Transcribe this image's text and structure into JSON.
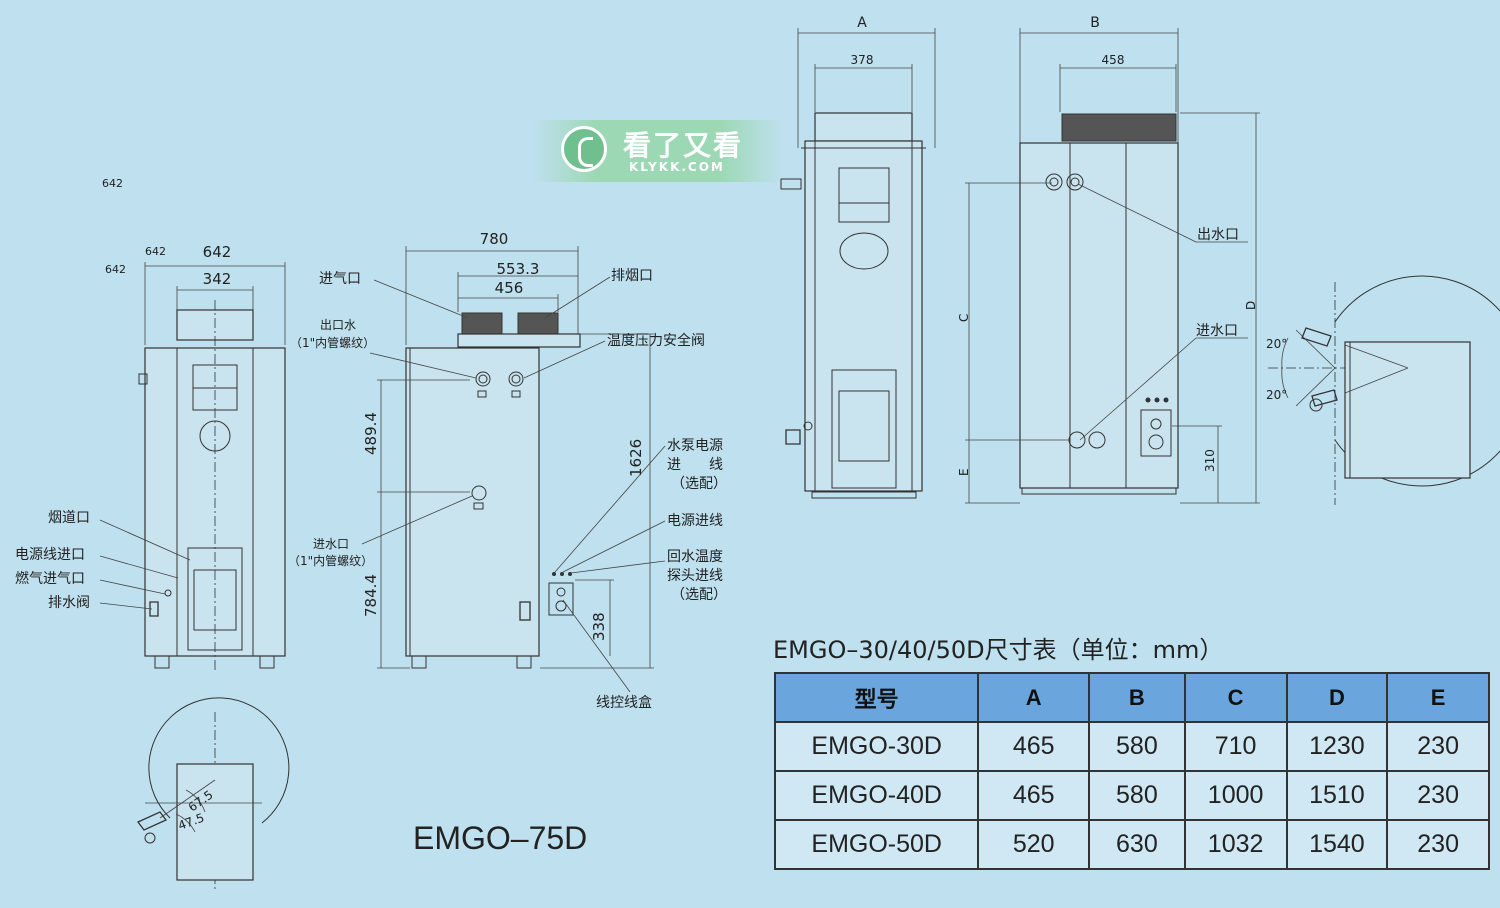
{
  "watermark": {
    "cn": "看了又看",
    "en": "KLYKK.COM"
  },
  "small_unit": {
    "dims": {
      "w_total": "642",
      "w_inner": "342"
    }
  },
  "large_unit": {
    "dims": {
      "width": "780",
      "flue": "553.3",
      "gas": "456",
      "upper": "489.4",
      "lower": "784.4",
      "height": "1626",
      "box": "338"
    },
    "labels": {
      "gas_inlet": "进气口",
      "flue_outlet": "排烟口",
      "water_outlet_1": "出口水",
      "water_outlet_2": "（1\"内管螺纹）",
      "tp_valve": "温度压力安全阀",
      "pump_power_1": "水泵电源",
      "pump_power_2": "进　　线",
      "pump_power_3": "（选配）",
      "water_inlet_1": "进水口",
      "water_inlet_2": "（1\"内管螺纹）",
      "power_in": "电源进线",
      "return_probe_1": "回水温度",
      "return_probe_2": "探头进线",
      "return_probe_3": "（选配）",
      "control_box": "线控线盒",
      "flue_port": "烟道口",
      "cable_entry": "电源线进口",
      "gas_entry": "燃气进气口",
      "drain": "排水阀"
    },
    "angles": {
      "a1": "67.5",
      "a2": "47.5"
    },
    "model": "EMGO–75D"
  },
  "series_unit": {
    "dims": {
      "A": "A",
      "B": "B",
      "a_inner": "378",
      "b_inner": "458",
      "C": "C",
      "D": "D",
      "E": "E",
      "h310": "310",
      "ang1": "20°",
      "ang2": "20°"
    },
    "labels": {
      "outlet": "出水口",
      "inlet": "进水口"
    }
  },
  "table": {
    "title": "EMGO–30/40/50D尺寸表（单位：mm）",
    "headers": [
      "型号",
      "A",
      "B",
      "C",
      "D",
      "E"
    ],
    "rows": [
      [
        "EMGO-30D",
        "465",
        "580",
        "710",
        "1230",
        "230"
      ],
      [
        "EMGO-40D",
        "465",
        "580",
        "1000",
        "1510",
        "230"
      ],
      [
        "EMGO-50D",
        "520",
        "630",
        "1032",
        "1540",
        "230"
      ]
    ]
  }
}
